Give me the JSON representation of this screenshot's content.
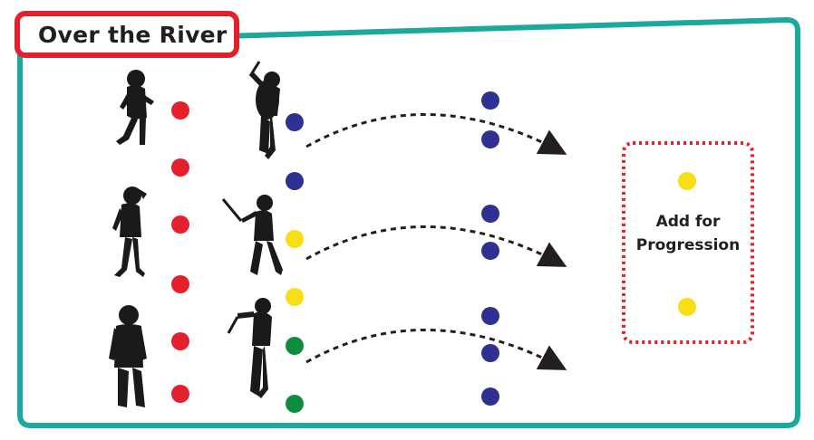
{
  "title": "Over the River",
  "progression": {
    "line1": "Add for",
    "line2": "Progression"
  },
  "colors": {
    "field_border": "#1aa99a",
    "title_border": "#e3202b",
    "red": "#e3202b",
    "blue": "#2e3192",
    "yellow": "#f9dd16",
    "green": "#0f8c3c",
    "silhouette": "#1a1a1a"
  }
}
